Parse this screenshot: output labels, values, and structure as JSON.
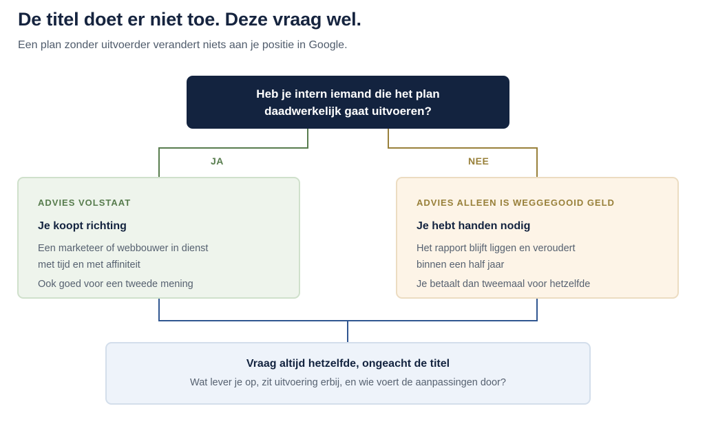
{
  "header": {
    "title": "De titel doet er niet toe. Deze vraag wel.",
    "subtitle": "Een plan zonder uitvoerder verandert niets aan je positie in Google."
  },
  "question": {
    "lines": [
      "Heb je intern iemand die het plan",
      "daadwerkelijk gaat uitvoeren?"
    ]
  },
  "branches": {
    "yes_label": "JA",
    "no_label": "NEE"
  },
  "outcomes": {
    "yes": {
      "kicker": "ADVIES VOLSTAAT",
      "heading": "Je koopt richting",
      "lines": [
        "Een marketeer of webbouwer in dienst",
        "met tijd en met affiniteit"
      ],
      "note": "Ook goed voor een tweede mening"
    },
    "no": {
      "kicker": "ADVIES ALLEEN IS WEGGEGOOID GELD",
      "heading": "Je hebt handen nodig",
      "lines": [
        "Het rapport blijft liggen en veroudert",
        "binnen een half jaar"
      ],
      "note": "Je betaalt dan tweemaal voor hetzelfde"
    }
  },
  "summary": {
    "heading": "Vraag altijd hetzelfde, ongeacht de titel",
    "body": "Wat lever je op, zit uitvoering erbij, en wie voert de aanpassingen door?"
  },
  "colors": {
    "question_bg": "#13233f",
    "yes_accent": "#577c4d",
    "no_accent": "#98803a",
    "merge_line": "#2f5590"
  }
}
